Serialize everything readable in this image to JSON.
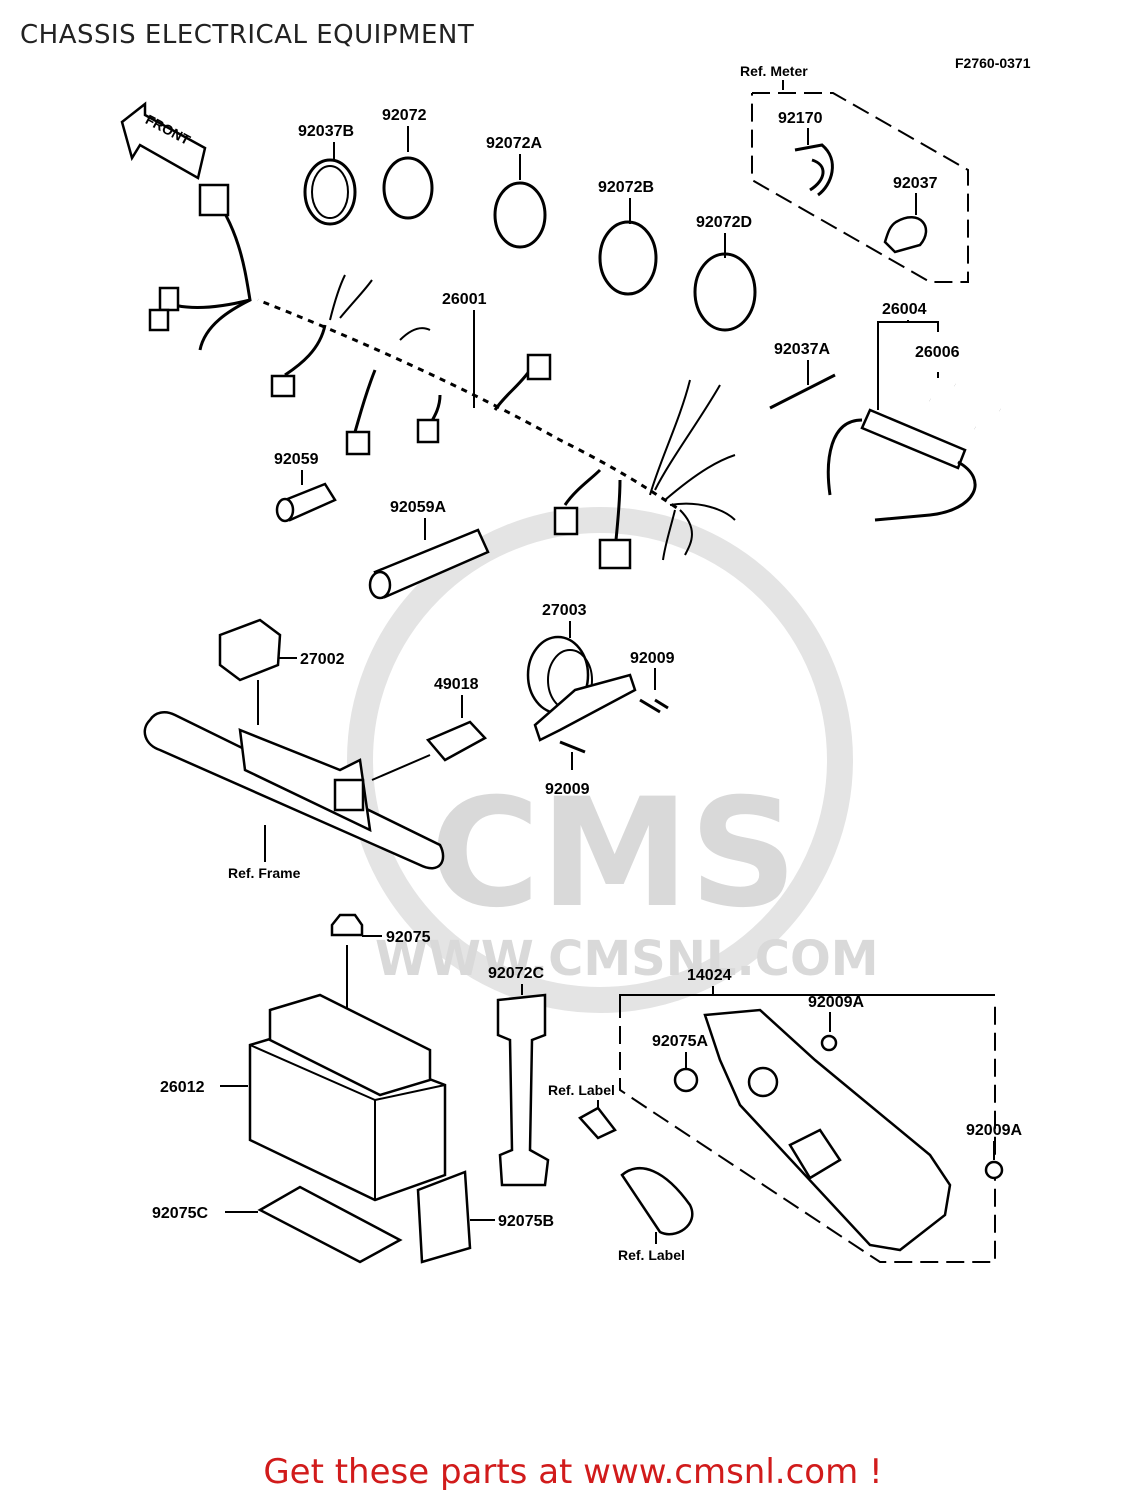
{
  "title": "CHASSIS ELECTRICAL EQUIPMENT",
  "code": "F2760-0371",
  "front_arrow": "FRONT",
  "footer": {
    "text": "Get these parts at www.cmsnl.com !",
    "color": "#d11b1b"
  },
  "watermark": {
    "brand": "CMS",
    "url": "WWW.CMSNL.COM",
    "color": "#d9d9d9"
  },
  "refs": {
    "meter": "Ref. Meter",
    "frame": "Ref. Frame",
    "label": "Ref. Label"
  },
  "parts": {
    "p92037B": "92037B",
    "p92072": "92072",
    "p92072A": "92072A",
    "p92072B": "92072B",
    "p92072D": "92072D",
    "p92170": "92170",
    "p92037": "92037",
    "p26001": "26001",
    "p26004": "26004",
    "p92037A": "92037A",
    "p26006": "26006",
    "p92059": "92059",
    "p92059A": "92059A",
    "p27003": "27003",
    "p27002": "27002",
    "p49018": "49018",
    "p92009": "92009",
    "p92075": "92075",
    "p92072C": "92072C",
    "p14024": "14024",
    "p92009A": "92009A",
    "p92075A": "92075A",
    "p26012": "26012",
    "p92075C": "92075C",
    "p92075B": "92075B"
  }
}
